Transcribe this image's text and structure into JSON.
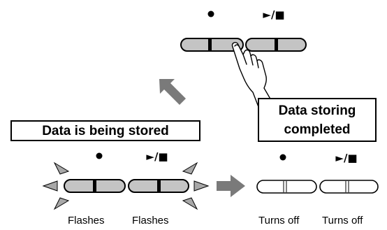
{
  "top_panel": {
    "record_button_icon": "record-dot-icon",
    "play_stop_label": "►/■"
  },
  "status_box_storing": {
    "title": "Data is being stored"
  },
  "status_box_completed": {
    "line1": "Data storing",
    "line2": "completed"
  },
  "storing_panel": {
    "play_stop_label": "►/■",
    "record_caption": "Flashes",
    "play_caption": "Flashes"
  },
  "completed_panel": {
    "play_stop_label": "►/■",
    "record_caption": "Turns off",
    "play_caption": "Turns off"
  },
  "colors": {
    "button_lit": "#c4c4c4",
    "button_off": "#ffffff",
    "arrow": "#7a7a7a",
    "flash_ray": "#a8a8a8"
  }
}
